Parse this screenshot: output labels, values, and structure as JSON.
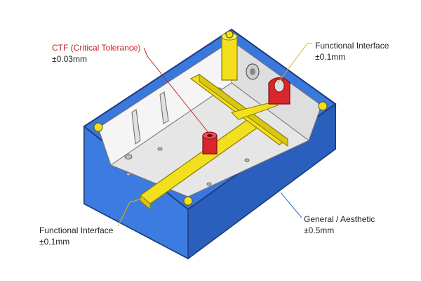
{
  "callouts": {
    "ctf": {
      "title": "CTF (Critical Tolerance)",
      "value": "±0.03mm"
    },
    "functional_top": {
      "title": "Functional Interface",
      "value": "±0.1mm"
    },
    "general": {
      "title": "General / Aesthetic",
      "value": "±0.5mm"
    },
    "functional_bottom": {
      "title": "Functional Interface",
      "value": "±0.1mm"
    }
  },
  "colors": {
    "critical": "#d8262c",
    "functional": "#f2e01e",
    "general": "#2f6fd6",
    "interior": "#ececec",
    "leader_red": "#c0262c",
    "leader_yellow": "#d8b818",
    "leader_blue": "#2f6fd6"
  }
}
